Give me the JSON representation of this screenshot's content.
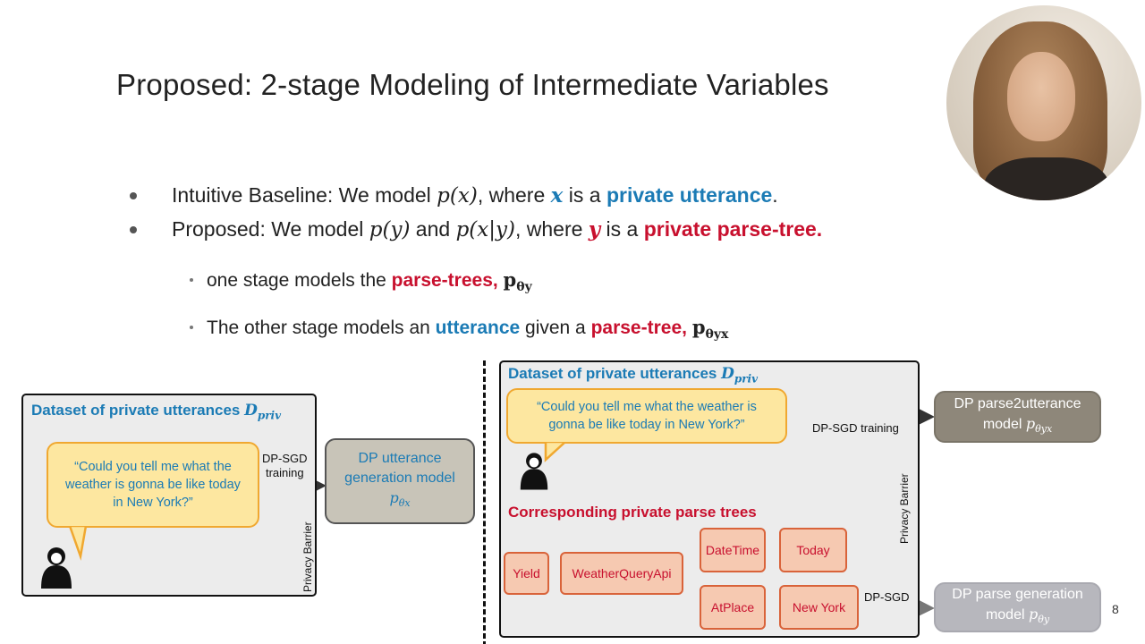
{
  "slide": {
    "title": "Proposed: 2-stage Modeling of Intermediate Variables",
    "number": "8"
  },
  "bullets": [
    {
      "prefix": "Intuitive Baseline: We model ",
      "math1": "p(x)",
      "mid": ", where ",
      "var": "x",
      "mid2": " is a ",
      "highlight": "private utterance",
      "suffix": "."
    },
    {
      "prefix": "Proposed: We model ",
      "math1": "p(y)",
      "and": " and ",
      "math2": "p(x|y)",
      "mid": ", where ",
      "var": "y",
      "mid2": " is a ",
      "highlight": "private parse-tree."
    }
  ],
  "subbullets": [
    {
      "prefix": "one stage models the ",
      "highlight": "parse-trees, ",
      "p": "p",
      "sub": "θy"
    },
    {
      "prefix": "The other stage models an ",
      "highlight1": "utterance",
      "mid": " given a ",
      "highlight2": "parse-tree, ",
      "p": "p",
      "sub": "θyx"
    }
  ],
  "left_diagram": {
    "panel_title": "Dataset of private utterances ",
    "panel_title_math": "D",
    "panel_title_sub": "priv",
    "bubble_text": "“Could you tell me what the weather is gonna be like today in New York?”",
    "edge_label_line1": "DP-SGD",
    "edge_label_line2": "training",
    "barrier_label": "Privacy Barrier",
    "model_line1": "DP utterance",
    "model_line2": "generation model",
    "model_math": "p",
    "model_sub": "θx"
  },
  "right_diagram": {
    "panel_title": "Dataset of private utterances ",
    "panel_title_math": "D",
    "panel_title_sub": "priv",
    "bubble_text": "“Could you tell me what the weather is gonna be like today in New York?”",
    "edge_label_top": "DP-SGD training",
    "barrier_label": "Privacy Barrier",
    "parse_title": "Corresponding private parse trees",
    "nodes": {
      "yield": "Yield",
      "weather": "WeatherQueryApi",
      "datetime": "DateTime",
      "today": "Today",
      "atplace": "AtPlace",
      "newyork": "New York"
    },
    "edge_label_bottom": "DP-SGD",
    "model_top_line1": "DP parse2utterance",
    "model_top_line2": "model ",
    "model_top_math": "p",
    "model_top_sub": "θyx",
    "model_bottom_line1": "DP parse generation",
    "model_bottom_line2": "model ",
    "model_bottom_math": "p",
    "model_bottom_sub": "θy"
  },
  "colors": {
    "blue": "#1b7bb5",
    "red": "#c8102e",
    "bubble_fill": "#fde7a0",
    "bubble_border": "#f0a830",
    "node_fill": "#f6c9b1",
    "node_border": "#d9633a"
  },
  "icons": {
    "person": "person-icon"
  }
}
